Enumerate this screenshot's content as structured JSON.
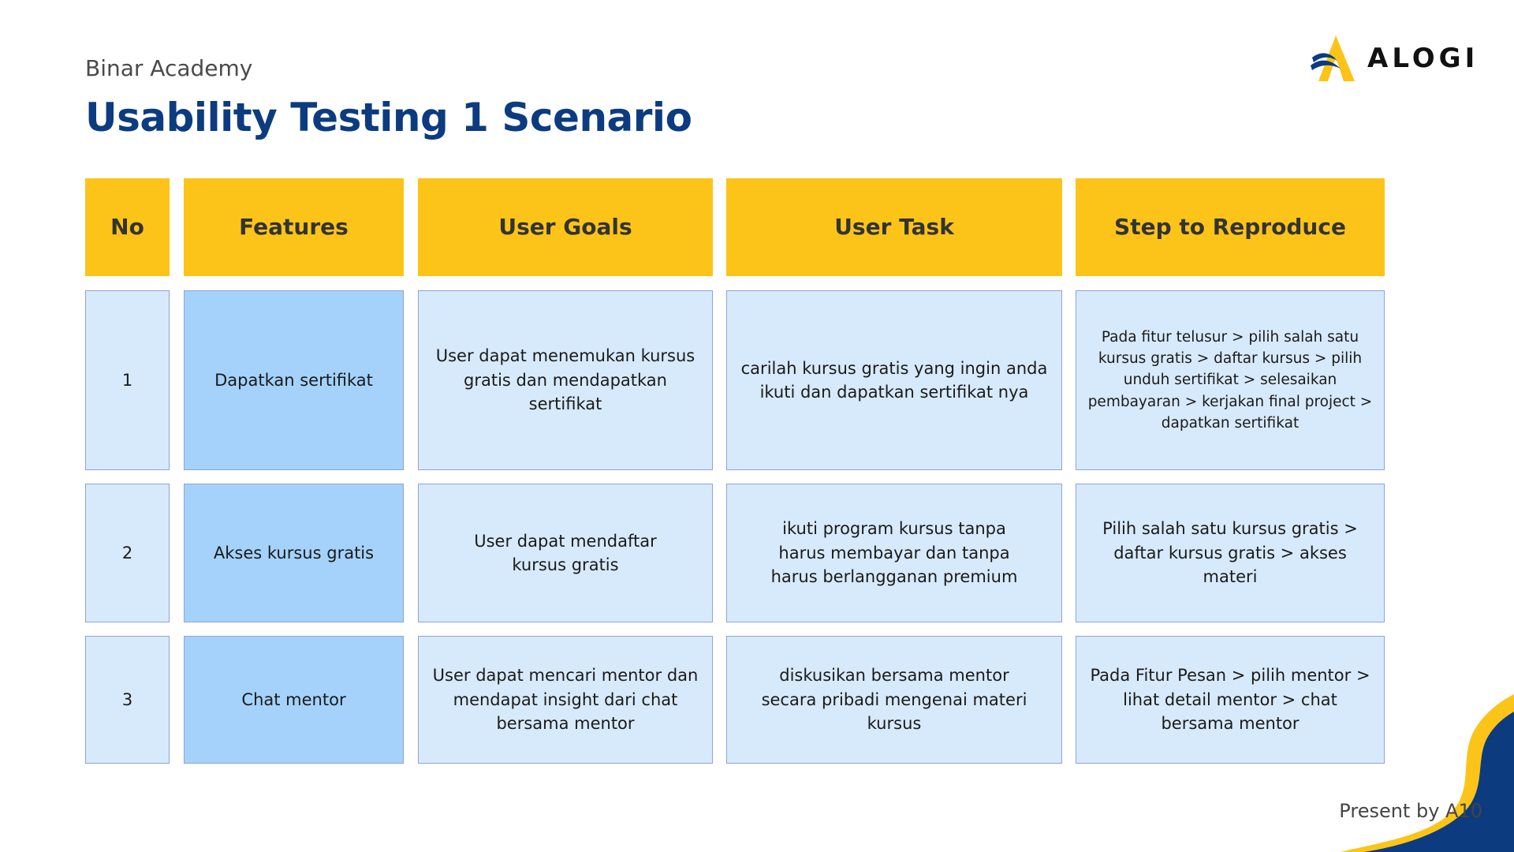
{
  "header": {
    "subtitle": "Binar Academy",
    "title": "Usability Testing 1 Scenario"
  },
  "logo": {
    "text": "ALOGI",
    "icon": "alogi-logo-icon"
  },
  "table": {
    "headers": [
      "No",
      "Features",
      "User Goals",
      "User Task",
      "Step to Reproduce"
    ],
    "rows": [
      {
        "no": "1",
        "feature": "Dapatkan sertifikat",
        "goal": "User dapat menemukan kursus gratis dan mendapatkan sertifikat",
        "task": "carilah kursus gratis yang ingin anda ikuti dan dapatkan sertifikat nya",
        "steps": "Pada fitur telusur > pilih salah satu kursus gratis > daftar kursus > pilih unduh sertifikat > selesaikan pembayaran > kerjakan final project > dapatkan sertifikat"
      },
      {
        "no": "2",
        "feature": "Akses kursus gratis",
        "goal": "User dapat mendaftar kursus gratis",
        "task": "ikuti program kursus tanpa harus membayar dan tanpa harus berlangganan premium",
        "steps": "Pilih salah satu kursus gratis > daftar kursus gratis > akses materi"
      },
      {
        "no": "3",
        "feature": "Chat mentor",
        "goal": "User dapat mencari mentor dan mendapat insight dari chat bersama mentor",
        "task": "diskusikan bersama mentor secara pribadi mengenai materi kursus",
        "steps": "Pada Fitur Pesan > pilih mentor > lihat detail mentor > chat bersama mentor"
      }
    ]
  },
  "footer": {
    "presenter": "Present by A10"
  },
  "colors": {
    "title": "#0c3c7f",
    "header_bg": "#fcc419",
    "cell_bg": "#d7eafc",
    "feature_bg": "#a4d2fb",
    "border": "#8fa3d6"
  }
}
